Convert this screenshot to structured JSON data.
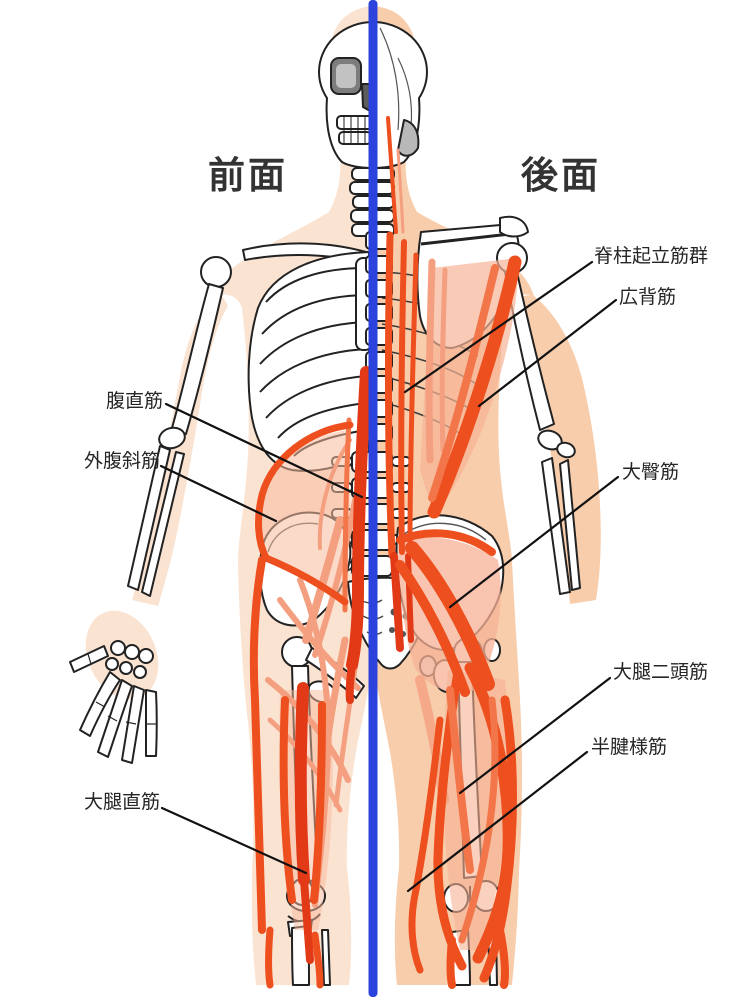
{
  "figure": {
    "view_labels": {
      "front": "前面",
      "back": "後面"
    },
    "muscles": {
      "erector_spinae": "脊柱起立筋群",
      "latissimus_dorsi": "広背筋",
      "rectus_abdominis": "腹直筋",
      "external_oblique": "外腹斜筋",
      "gluteus_maximus": "大臀筋",
      "biceps_femoris": "大腿二頭筋",
      "semitendinosus": "半腱様筋",
      "rectus_femoris": "大腿直筋"
    },
    "colors": {
      "midline": "#2b43dc",
      "muscle_primary": "#ee4f1e",
      "muscle_deep_red": "#e23a17",
      "muscle_light": "#f4a080",
      "skin_front": "#fbe3d2",
      "skin_back": "#f8cdab",
      "bone_outline": "#222222",
      "leader_line": "#111111",
      "label_text": "#262626"
    }
  }
}
